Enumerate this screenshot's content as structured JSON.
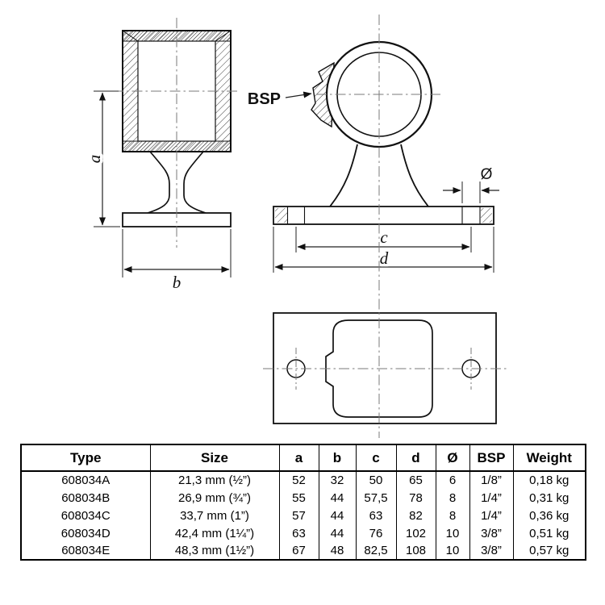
{
  "drawing": {
    "labels": {
      "a": "a",
      "b": "b",
      "c": "c",
      "d": "d",
      "diameter": "Ø",
      "bsp": "BSP"
    }
  },
  "table": {
    "headers": [
      "Type",
      "Size",
      "a",
      "b",
      "c",
      "d",
      "Ø",
      "BSP",
      "Weight"
    ],
    "rows": [
      [
        "608034A",
        "21,3 mm (½”)",
        "52",
        "32",
        "50",
        "65",
        "6",
        "1/8”",
        "0,18 kg"
      ],
      [
        "608034B",
        "26,9 mm (¾”)",
        "55",
        "44",
        "57,5",
        "78",
        "8",
        "1/4”",
        "0,31 kg"
      ],
      [
        "608034C",
        "33,7 mm (1”)",
        "57",
        "44",
        "63",
        "82",
        "8",
        "1/4”",
        "0,36 kg"
      ],
      [
        "608034D",
        "42,4 mm (1¼”)",
        "63",
        "44",
        "76",
        "102",
        "10",
        "3/8”",
        "0,51 kg"
      ],
      [
        "608034E",
        "48,3 mm (1½”)",
        "67",
        "48",
        "82,5",
        "108",
        "10",
        "3/8”",
        "0,57 kg"
      ]
    ]
  }
}
